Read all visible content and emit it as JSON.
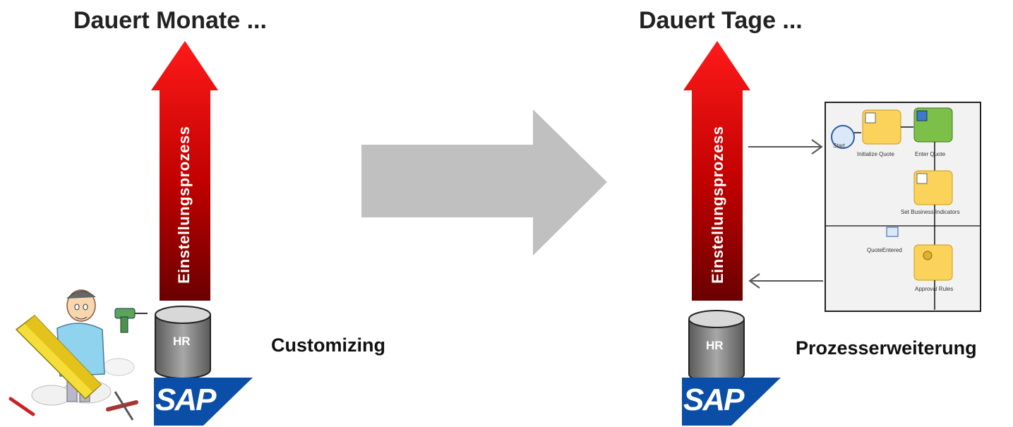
{
  "left": {
    "heading": "Dauert Monate ...",
    "arrow_label": "Einstellungsprozess",
    "db_label": "HR",
    "caption": "Customizing",
    "logo_text": "SAP"
  },
  "right": {
    "heading": "Dauert Tage ...",
    "arrow_label": "Einstellungsprozess",
    "db_label": "HR",
    "caption": "Prozesserweiterung",
    "logo_text": "SAP",
    "process_diagram": {
      "start_label": "Start",
      "tasks": [
        "Initialize Quote",
        "Enter Quote",
        "Set Business Indicators",
        "Approval Rules"
      ],
      "event_label": "QuoteEntered"
    }
  },
  "colors": {
    "arrow_red_top": "#ff1a1a",
    "arrow_red_bottom": "#7a0000",
    "transition_arrow": "#c0c0c0",
    "db_gray": "#8a8a8a",
    "sap_blue": "#0a4ea8",
    "task_yellow": "#fbd35a",
    "task_green": "#7cc04a"
  }
}
